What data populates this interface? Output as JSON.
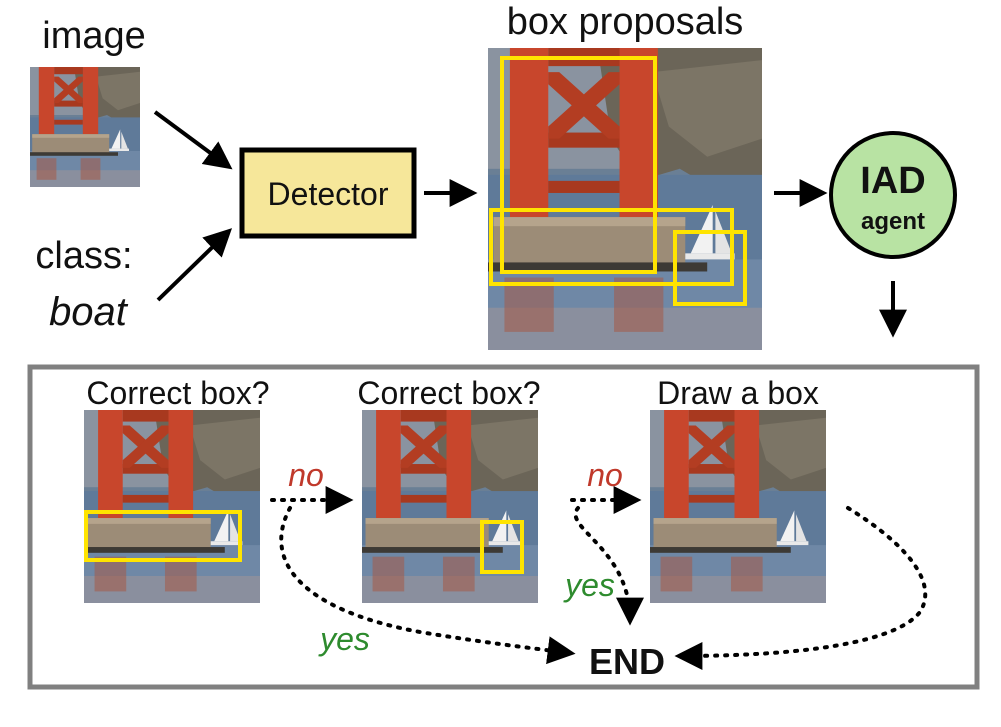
{
  "top": {
    "image_label": "image",
    "class_label": "class:",
    "class_value": "boat",
    "detector_label": "Detector",
    "proposals_label": "box proposals",
    "agent_label_main": "IAD",
    "agent_label_sub": "agent"
  },
  "bottom": {
    "step1_label": "Correct box?",
    "step2_label": "Correct box?",
    "step3_label": "Draw a box",
    "no_label": "no",
    "yes_label": "yes",
    "end_label": "END"
  },
  "colors": {
    "detector_fill": "#f6e79a",
    "agent_fill": "#b8e3a3",
    "box_yellow": "#ffe400",
    "no_color": "#c0392b",
    "yes_color": "#2e8b2e",
    "panel_border": "#808080"
  },
  "icons": [
    "photo-golden-gate-tower-with-sailboat"
  ]
}
